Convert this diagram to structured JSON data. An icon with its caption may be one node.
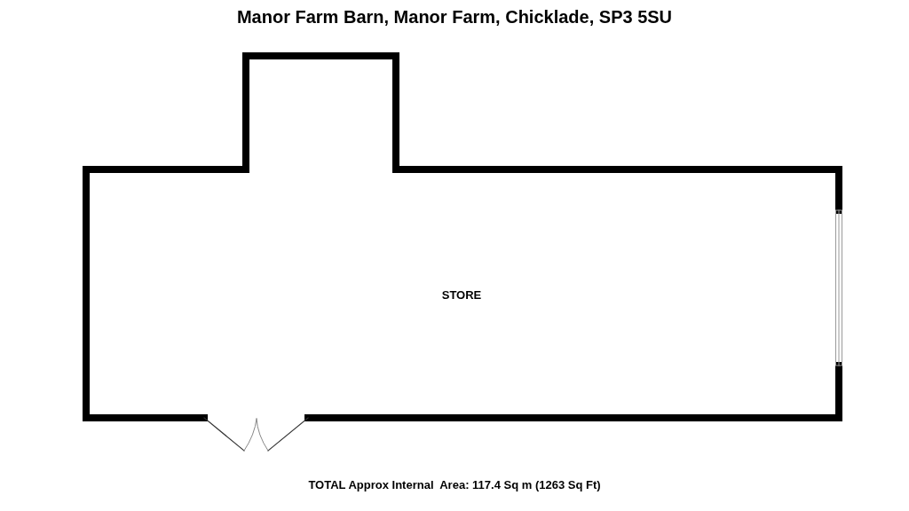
{
  "diagram": {
    "title": "Manor Farm Barn, Manor Farm, Chicklade, SP3 5SU",
    "nodes": [
      {
        "text": [
          "STORE"
        ]
      }
    ],
    "caption": "TOTAL Approx Internal  Area: 117.4 Sq m (1263 Sq Ft)"
  }
}
